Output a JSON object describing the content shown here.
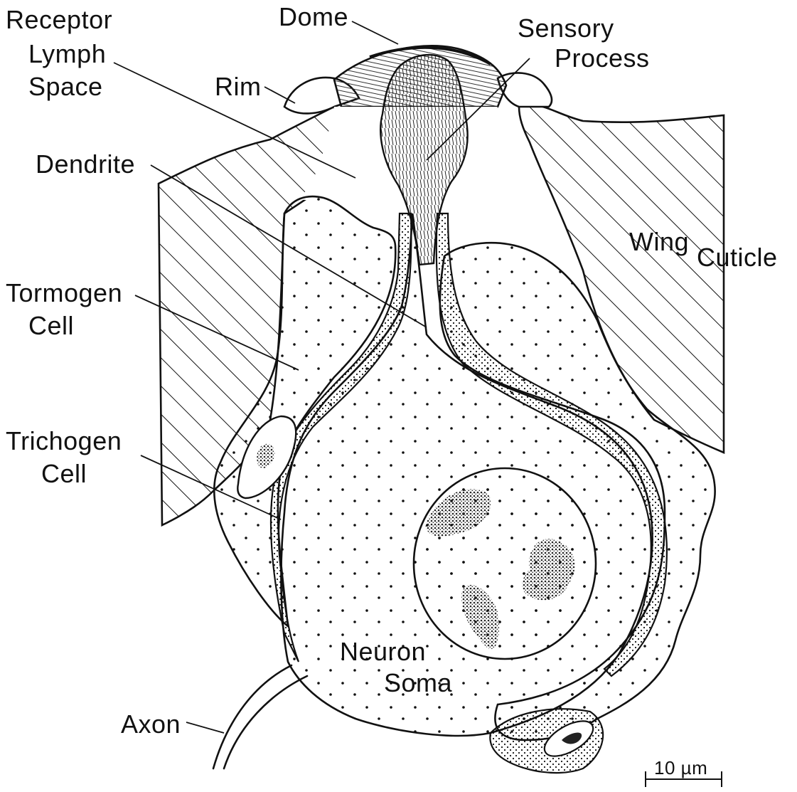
{
  "labels": {
    "dome": "Dome",
    "receptor_1": "Receptor",
    "receptor_2": "Lymph",
    "receptor_3": "Space",
    "sensory_1": "Sensory",
    "sensory_2": "Process",
    "rim": "Rim",
    "dendrite": "Dendrite",
    "wing": "Wing",
    "cuticle": "Cuticle",
    "tormogen_1": "Tormogen",
    "tormogen_2": "Cell",
    "trichogen_1": "Trichogen",
    "trichogen_2": "Cell",
    "neuron_1": "Neuron",
    "neuron_2": "Soma",
    "axon": "Axon",
    "scale": "10 µm"
  }
}
